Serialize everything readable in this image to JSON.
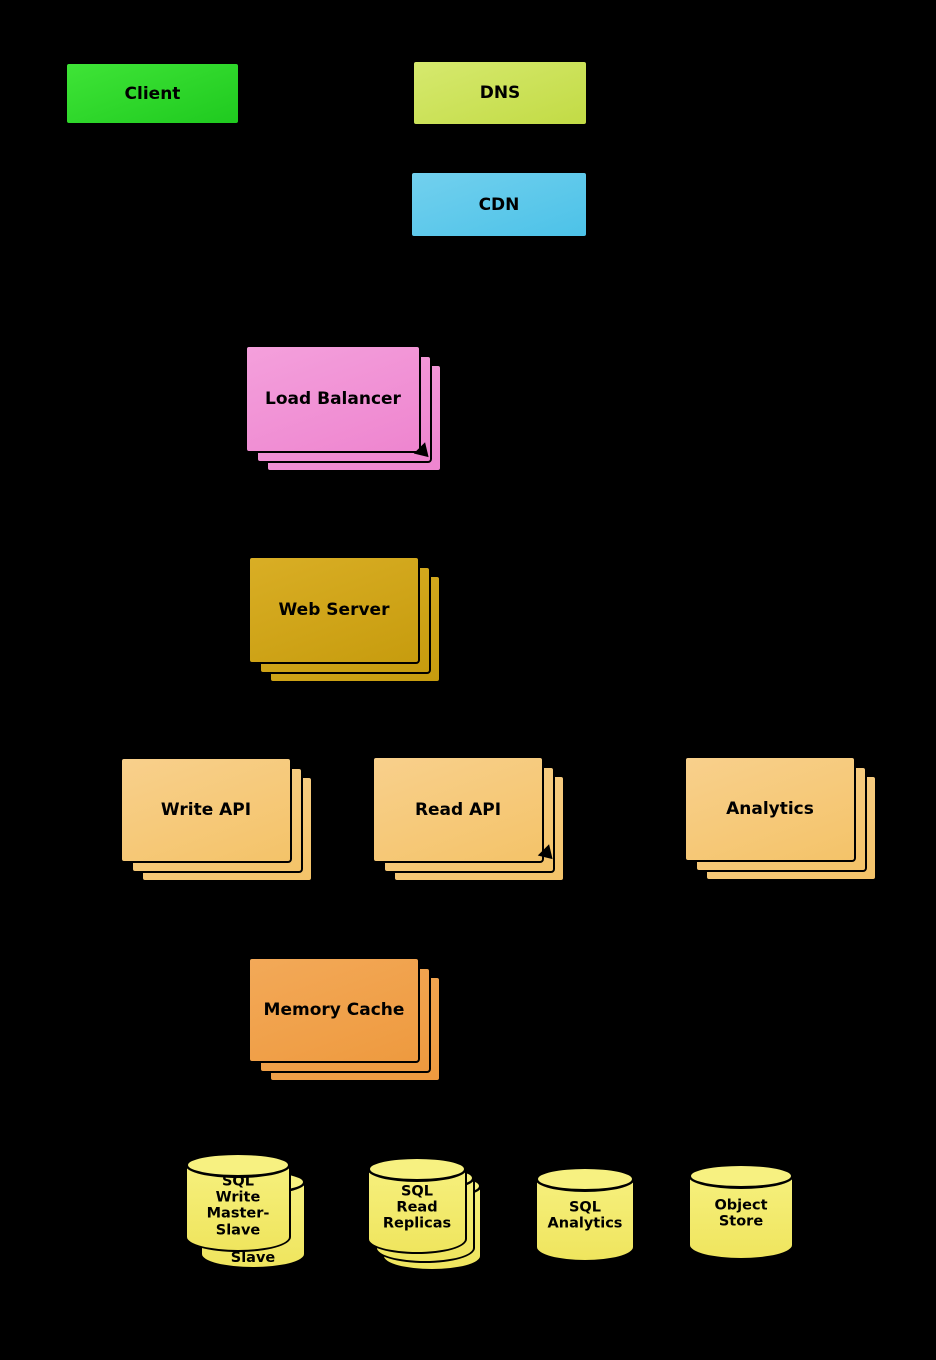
{
  "diagram": {
    "background": "#000000",
    "nodes": {
      "client": {
        "label": "Client",
        "color": "#2edc2e",
        "shape": "rect",
        "stacked": false
      },
      "dns": {
        "label": "DNS",
        "color": "#cfe45f",
        "shape": "rect",
        "stacked": false
      },
      "cdn": {
        "label": "CDN",
        "color": "#5ec9ec",
        "shape": "rect",
        "stacked": false
      },
      "load_balancer": {
        "label": "Load Balancer",
        "color": "#f193d6",
        "shape": "rect",
        "stacked": true
      },
      "web_server": {
        "label": "Web Server",
        "color": "#d2a416",
        "shape": "rect",
        "stacked": true
      },
      "write_api": {
        "label": "Write API",
        "color": "#f6c87d",
        "shape": "rect",
        "stacked": true
      },
      "read_api": {
        "label": "Read API",
        "color": "#f6c87d",
        "shape": "rect",
        "stacked": true
      },
      "analytics": {
        "label": "Analytics",
        "color": "#f6c87d",
        "shape": "rect",
        "stacked": true
      },
      "memory_cache": {
        "label": "Memory Cache",
        "color": "#f1a250",
        "shape": "rect",
        "stacked": true
      },
      "sql_write_master_slave": {
        "label": "SQL\nWrite\nMaster-\nSlave",
        "back_label": "Slave",
        "color": "#f5ee6e",
        "shape": "cylinder",
        "stacked": true
      },
      "sql_read_replicas": {
        "label": "SQL\nRead\nReplicas",
        "color": "#f5ee6e",
        "shape": "cylinder",
        "stacked": true
      },
      "sql_analytics": {
        "label": "SQL\nAnalytics",
        "color": "#f5ee6e",
        "shape": "cylinder",
        "stacked": false
      },
      "object_store": {
        "label": "Object\nStore",
        "color": "#f5ee6e",
        "shape": "cylinder",
        "stacked": false
      }
    }
  }
}
